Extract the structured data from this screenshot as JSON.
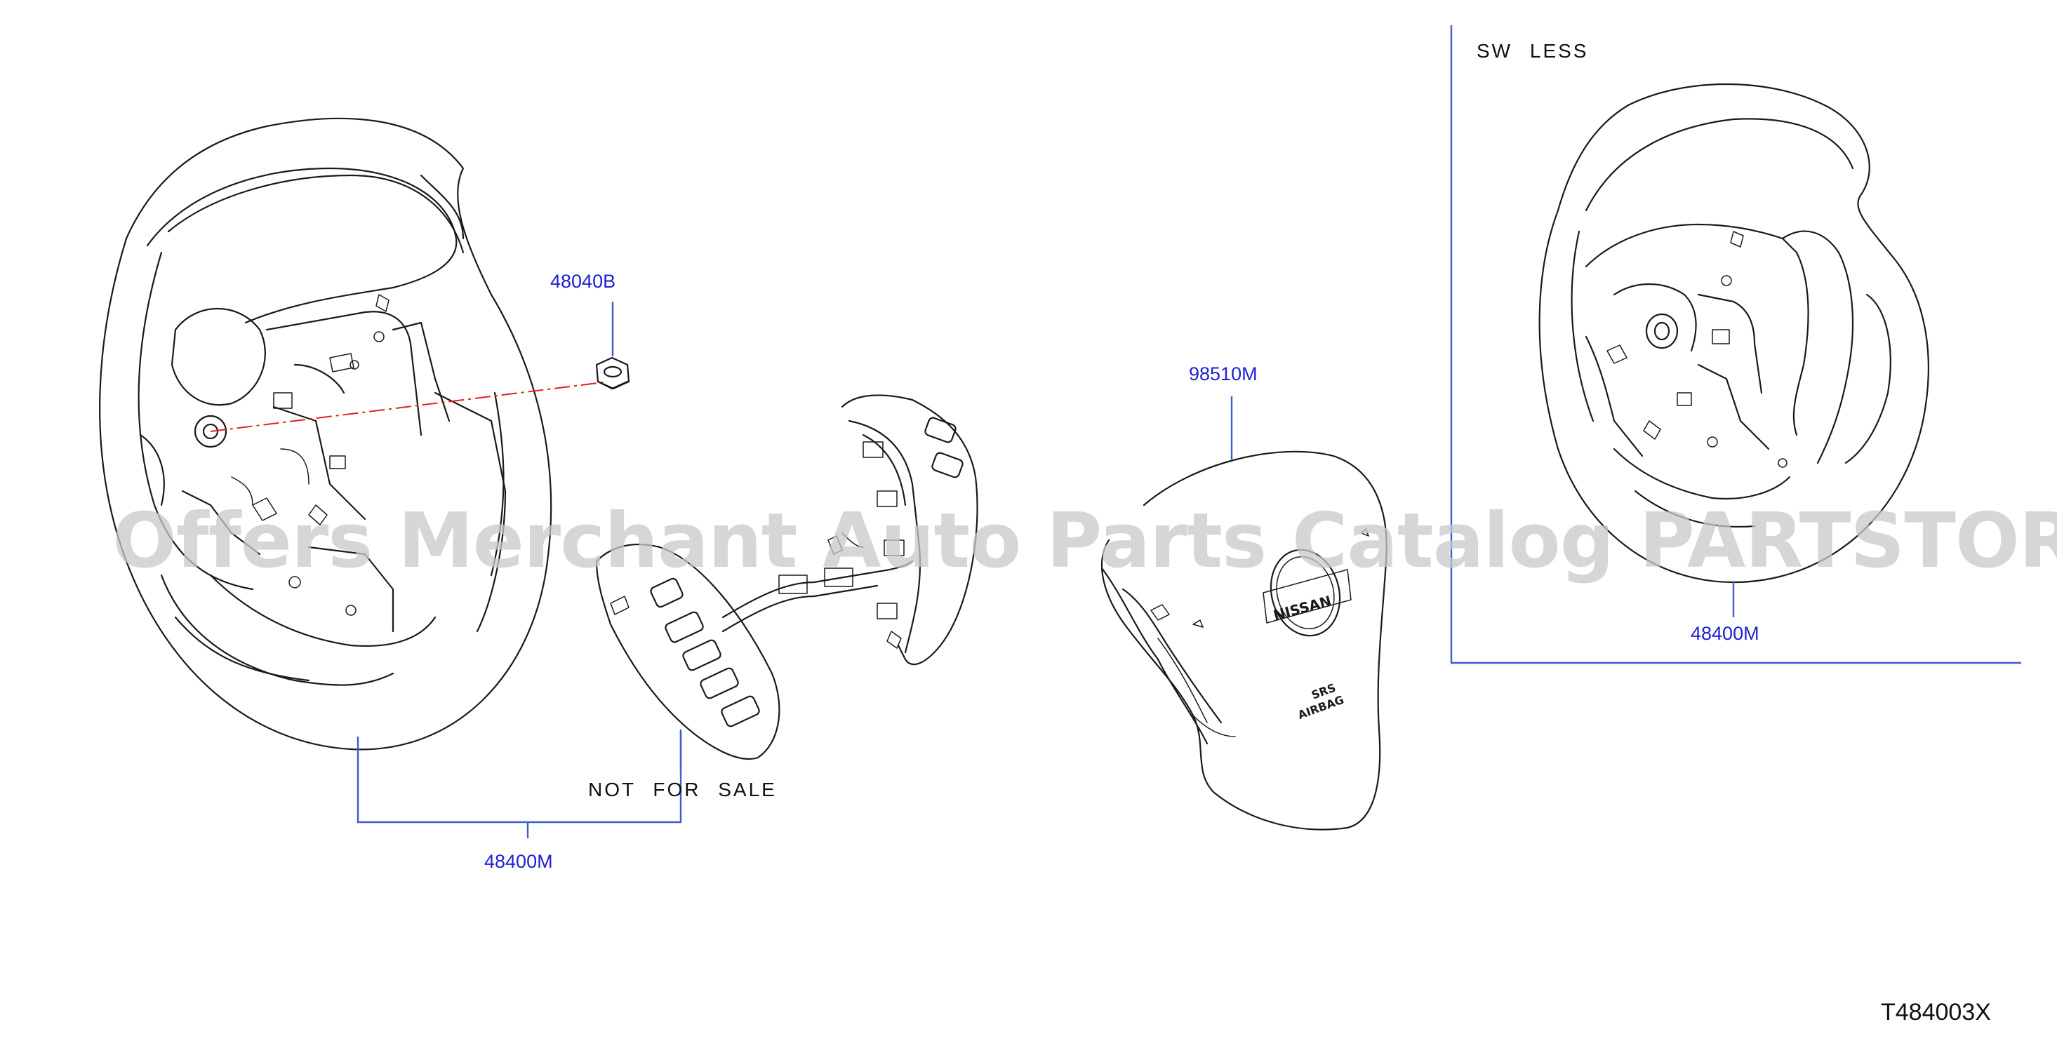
{
  "diagram": {
    "labels": {
      "nut": "48040B",
      "airbag": "98510M",
      "wheel_left": "48400M",
      "wheel_right": "48400M",
      "not_for_sale": "NOT  FOR  SALE",
      "sw_less": "SW   LESS",
      "drawing_code": "T484003X",
      "logo": "NISSAN",
      "airbag_mark_1": "SRS",
      "airbag_mark_2": "AIRBAG"
    },
    "watermark": "Offers Merchant Auto Parts Catalog PARTSTORE.SA",
    "colors": {
      "label": "#1f1fd0",
      "leader": "#3a5fcd",
      "centerline": "#e02020",
      "line": "#1a1a1a",
      "watermark": "#c9c9c9"
    }
  }
}
